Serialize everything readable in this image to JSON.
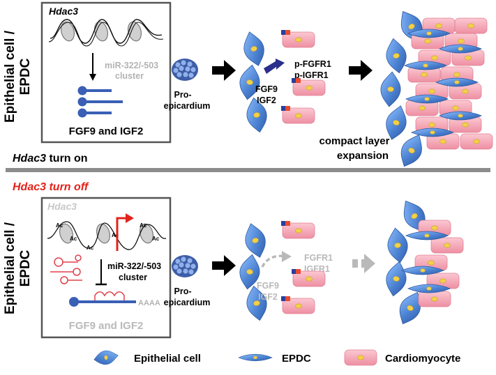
{
  "top_panel": {
    "side_label_line1": "Epithelial cell /",
    "side_label_line2": "EPDC",
    "gene": "Hdac3",
    "mirna_line1": "miR-322/-503",
    "mirna_line2": "cluster",
    "targets": "FGF9 and IGF2",
    "proepi_line1": "Pro-",
    "proepi_line2": "epicardium",
    "factor1": "FGF9",
    "factor2": "IGF2",
    "receptor1": "p-FGFR1",
    "receptor2": "p-IGFR1",
    "result_line1": "compact layer",
    "result_line2": "expansion",
    "state_gene": "Hdac3",
    "state_text": " turn on"
  },
  "bottom_panel": {
    "state_text": "Hdac3 turn off",
    "side_label_line1": "Epithelial cell /",
    "side_label_line2": "EPDC",
    "gene": "Hdac3",
    "ac_mark": "Ac",
    "mirna_line1": "miR-322/-503",
    "mirna_line2": "cluster",
    "polya": "AAAA",
    "targets": "FGF9 and IGF2",
    "proepi_line1": "Pro-",
    "proepi_line2": "epicardium",
    "factor1": "FGF9",
    "factor2": "IGF2",
    "receptor1": "FGFR1",
    "receptor2": "IGFR1"
  },
  "legend": {
    "epithelial": "Epithelial cell",
    "epdc": "EPDC",
    "cardiomyocyte": "Cardiomyocyte"
  },
  "colors": {
    "epithelial_fill": "#5b8ed6",
    "cardio_fill": "#f4a6b4",
    "nucleus": "#f2d04a",
    "mirna_blue": "#3a5fb5",
    "mirna_red": "#e0404a",
    "arrow_dark_blue": "#2a2f8c",
    "inactive_gray": "#b9b9b9",
    "state_off_red": "#e3221b",
    "divider": "#8c8c8c"
  }
}
